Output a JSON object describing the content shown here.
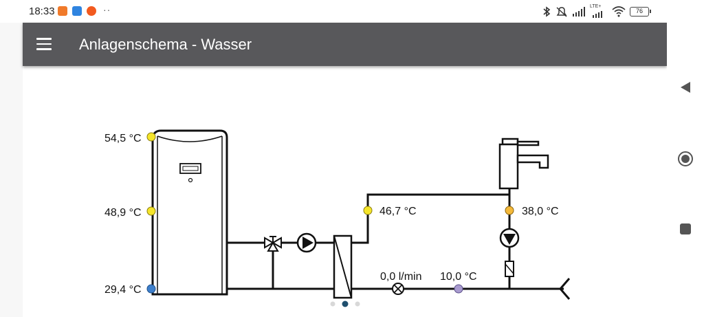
{
  "status_bar": {
    "time": "18:33",
    "more_indicator": "··",
    "battery": "76",
    "network": "LTE+",
    "icons": [
      "bluetooth-icon",
      "mute-icon",
      "signal-icon",
      "lte-signal-icon",
      "wifi-icon",
      "battery-icon"
    ]
  },
  "app_bar": {
    "title": "Anlagenschema - Wasser",
    "menu_icon": "hamburger-menu-icon"
  },
  "schema": {
    "sensors": {
      "tank_top": "54,5 °C",
      "tank_middle": "48,9 °C",
      "tank_bottom": "29,4 °C",
      "supply_after_exchanger": "46,7 °C",
      "circulation": "38,0 °C",
      "flow_rate": "0,0 l/min",
      "cold_water": "10,0 °C"
    },
    "colors": {
      "sensor_warm": "#f5e52a",
      "sensor_hot": "#f4b93a",
      "sensor_cold": "#3d7fcc",
      "sensor_coldwater": "#a99bcf"
    }
  },
  "pager": {
    "pages": 3,
    "active_page": 2
  },
  "navigation": {
    "back_icon": "back-triangle-icon",
    "home_icon": "home-circle-icon",
    "recents_icon": "recents-square-icon"
  }
}
